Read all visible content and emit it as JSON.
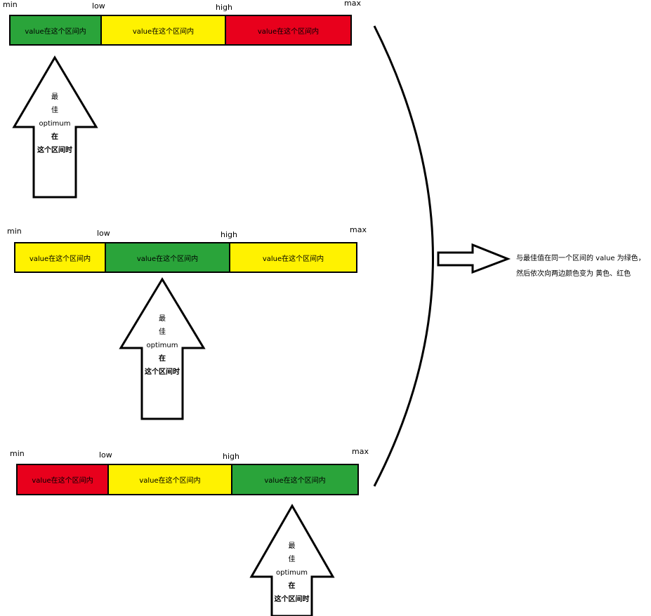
{
  "colors": {
    "green": "#2aa43a",
    "yellow": "#fff200",
    "red": "#e8001c"
  },
  "scale_labels": {
    "min": "min",
    "low": "low",
    "high": "high",
    "max": "max"
  },
  "segment_text": "value在这个区间内",
  "arrow_text": {
    "line1": "最",
    "line2": "佳",
    "line3": "optimum",
    "line4": "在",
    "line5": "这个区间时"
  },
  "diagrams": [
    {
      "segments": [
        "green",
        "yellow",
        "red"
      ]
    },
    {
      "segments": [
        "yellow",
        "green",
        "yellow"
      ]
    },
    {
      "segments": [
        "red",
        "yellow",
        "green"
      ]
    }
  ],
  "conclusion": {
    "line1": "与最佳值在同一个区间的 value 为绿色，",
    "line2": "然后依次向两边颜色变为 黄色、红色"
  }
}
